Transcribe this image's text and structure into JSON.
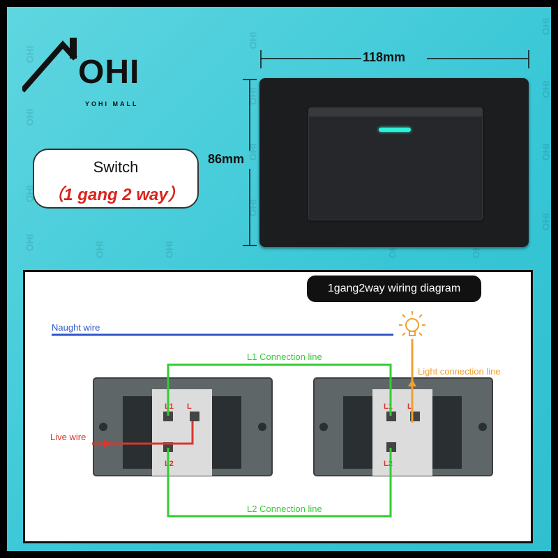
{
  "brand": {
    "name": "OHI",
    "sub": "YOHI MALL",
    "watermark": "OHI"
  },
  "product": {
    "title": "Switch",
    "subtitle": "（1 gang 2 way）",
    "width_label": "118mm",
    "height_label": "86mm"
  },
  "diagram": {
    "title": "1gang2way wiring diagram",
    "labels": {
      "naught_wire": "Naught wire",
      "l1_line": "L1 Connection line",
      "l2_line": "L2 Connection line",
      "light_line": "Light connection line",
      "live_wire": "Live wire",
      "term_l1": "L1",
      "term_l": "L",
      "term_l2": "L2"
    },
    "colors": {
      "naught": "#2f56c8",
      "connection": "#33cc33",
      "light": "#f0a030",
      "live": "#d9362c"
    }
  }
}
